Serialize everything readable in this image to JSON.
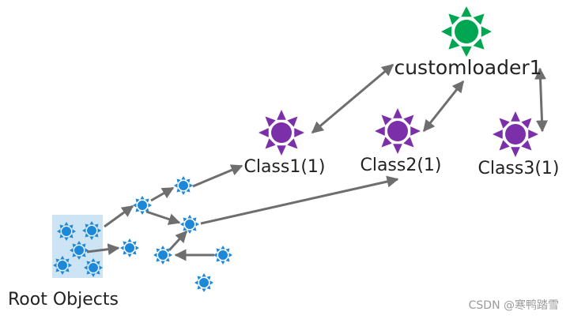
{
  "labels": {
    "customloader": "customloader1",
    "class1": "Class1(1)",
    "class2": "Class2(1)",
    "class3": "Class3(1)",
    "root": "Root Objects"
  },
  "watermark": "CSDN @寒鸭踏雪",
  "colors": {
    "loader": "#00a651",
    "class": "#7b2fa8",
    "object": "#1e88d8",
    "root_box": "#cce4f4",
    "arrow": "#6e6e6e",
    "text": "#222222"
  },
  "icons": {
    "loader": "sun-icon",
    "class": "sun-icon",
    "object": "sun-icon"
  }
}
